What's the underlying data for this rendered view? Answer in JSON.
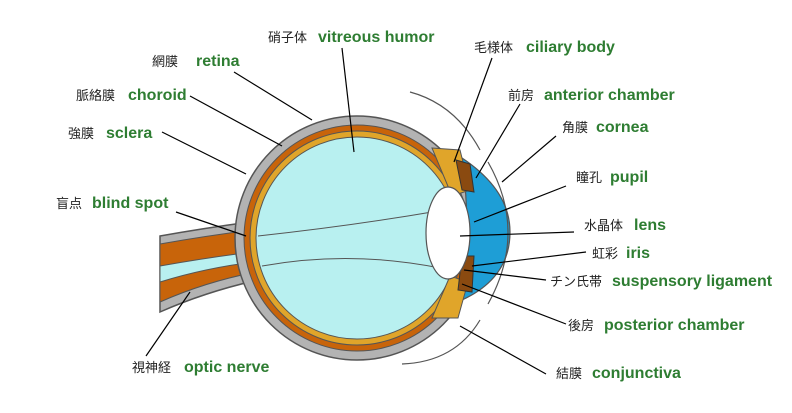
{
  "colors": {
    "sclera": "#b3b3b3",
    "choroid": "#c8640a",
    "retina": "#e0a52a",
    "vitreous": "#b8f0f0",
    "anterior_chamber": "#1e9ed6",
    "iris": "#8a4a10",
    "lens": "#ffffff",
    "label_en": "#2e7d32",
    "label_ja": "#222222",
    "line": "#000000"
  },
  "labels": {
    "vitreous": {
      "ja": "硝子体",
      "en": "vitreous humor"
    },
    "retina": {
      "ja": "網膜",
      "en": "retina"
    },
    "choroid": {
      "ja": "脈絡膜",
      "en": "choroid"
    },
    "sclera": {
      "ja": "強膜",
      "en": "sclera"
    },
    "blind_spot": {
      "ja": "盲点",
      "en": "blind spot"
    },
    "optic_nerve": {
      "ja": "視神経",
      "en": "optic nerve"
    },
    "ciliary_body": {
      "ja": "毛様体",
      "en": "ciliary body"
    },
    "anterior_chamber": {
      "ja": "前房",
      "en": "anterior chamber"
    },
    "cornea": {
      "ja": "角膜",
      "en": "cornea"
    },
    "pupil": {
      "ja": "瞳孔",
      "en": "pupil"
    },
    "lens": {
      "ja": "水晶体",
      "en": "lens"
    },
    "iris": {
      "ja": "虹彩",
      "en": "iris"
    },
    "suspensory_ligament": {
      "ja": "チン氏帯",
      "en": "suspensory ligament"
    },
    "posterior_chamber": {
      "ja": "後房",
      "en": "posterior chamber"
    },
    "conjunctiva": {
      "ja": "結膜",
      "en": "conjunctiva"
    }
  }
}
